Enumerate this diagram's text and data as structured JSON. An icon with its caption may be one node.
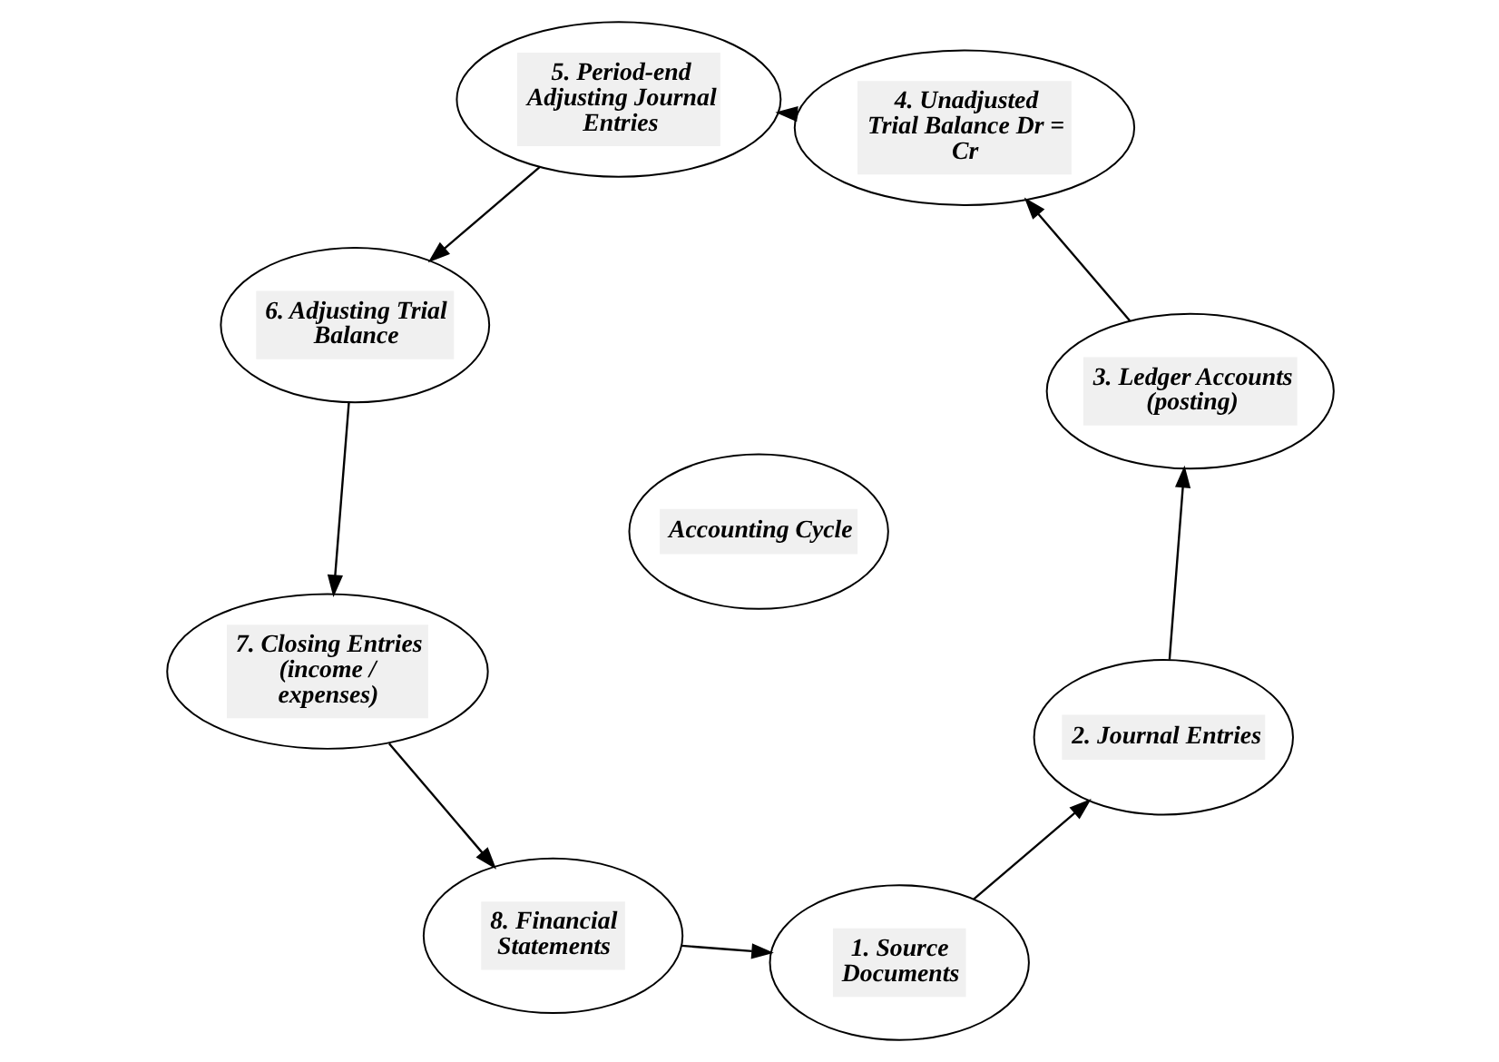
{
  "diagram": {
    "nodes": [
      {
        "text": [
          "1. Source Documents"
        ]
      },
      {
        "text": [
          "2. Journal Entries"
        ]
      },
      {
        "text": [
          "3. Ledger Accounts (posting)"
        ]
      },
      {
        "text": [
          "4. Unadjusted Trial Balance Dr = Cr"
        ]
      },
      {
        "text": [
          "5. Period-end Adjusting Journal Entries"
        ]
      },
      {
        "text": [
          "6. Adjusting Trial Balance"
        ]
      },
      {
        "text": [
          "7. Closing Entries (income / expenses)"
        ]
      },
      {
        "text": [
          "8. Financial Statements"
        ]
      },
      {
        "text": [
          "Accounting Cycle"
        ]
      }
    ],
    "edges": [
      {
        "from": 7,
        "to": 0,
        "arrow": "to"
      },
      {
        "from": 0,
        "to": 1,
        "arrow": "to"
      },
      {
        "from": 1,
        "to": 2,
        "arrow": "to"
      },
      {
        "from": 2,
        "to": 3,
        "arrow": "to"
      },
      {
        "from": 3,
        "to": 4,
        "arrow": "to"
      },
      {
        "from": 4,
        "to": 5,
        "arrow": "to"
      },
      {
        "from": 5,
        "to": 6,
        "arrow": "to"
      },
      {
        "from": 6,
        "to": 7,
        "arrow": "to"
      }
    ]
  }
}
